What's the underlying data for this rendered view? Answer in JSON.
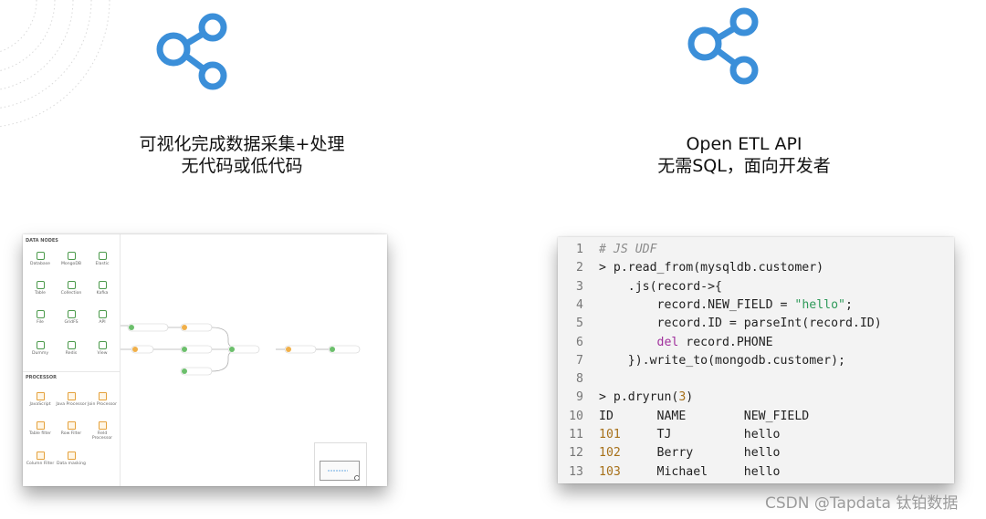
{
  "left": {
    "heading_line1": "可视化完成数据采集+处理",
    "heading_line2": "无代码或低代码"
  },
  "right": {
    "heading_line1": "Open ETL API",
    "heading_line2": "无需SQL，面向开发者"
  },
  "designer": {
    "section_data_nodes": "DATA NODES",
    "section_processor": "PROCESSOR",
    "data_nodes": [
      "Database",
      "MongoDB",
      "Elastic",
      "Table",
      "Collection",
      "Kafka",
      "File",
      "GridFS",
      "API",
      "Dummy",
      "Redis",
      "View"
    ],
    "processors": [
      "JavaScript",
      "Java Processor",
      "Join Processor",
      "Table filter",
      "Row Filter",
      "Field Processor",
      "Column Filter",
      "Data masking"
    ]
  },
  "code": {
    "lines": [
      {
        "n": "1",
        "text": "# JS UDF"
      },
      {
        "n": "2",
        "text": "> p.read_from(mysqldb.customer)"
      },
      {
        "n": "3",
        "text": "    .js(record->{"
      },
      {
        "n": "4",
        "text": "        record.NEW_FIELD = \"hello\";"
      },
      {
        "n": "5",
        "text": "        record.ID = parseInt(record.ID)"
      },
      {
        "n": "6",
        "text": "        del record.PHONE"
      },
      {
        "n": "7",
        "text": "    }).write_to(mongodb.customer);"
      },
      {
        "n": "8",
        "text": ""
      },
      {
        "n": "9",
        "text": "> p.dryrun(3)"
      },
      {
        "n": "10",
        "text": "ID      NAME        NEW_FIELD"
      },
      {
        "n": "11",
        "text": "101     TJ          hello"
      },
      {
        "n": "12",
        "text": "102     Berry       hello"
      },
      {
        "n": "13",
        "text": "103     Michael     hello"
      }
    ]
  },
  "watermark": "CSDN @Tapdata 钛铂数据",
  "colors": {
    "accent_blue": "#3b8fd9",
    "code_bg": "#f3f3f3",
    "comment": "#8b8b8b",
    "string": "#2f9a5a",
    "keyword": "#a0319c",
    "number": "#a7711b"
  },
  "icons": [
    "share-icon",
    "share-icon"
  ]
}
